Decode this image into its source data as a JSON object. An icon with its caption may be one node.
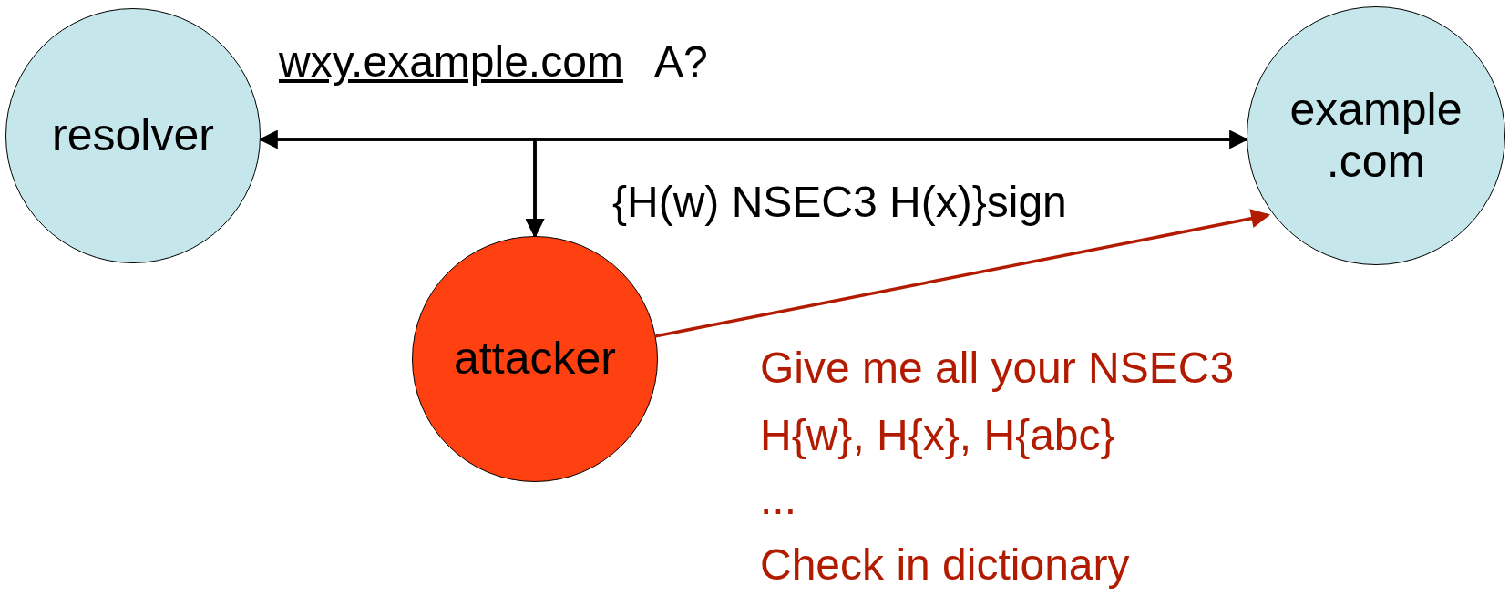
{
  "diagram": {
    "nodes": [
      {
        "text": [
          "resolver"
        ]
      },
      {
        "text": [
          "example .com"
        ]
      },
      {
        "text": [
          "attacker"
        ]
      }
    ],
    "edges": [
      {
        "from": 0,
        "to": 1,
        "arrow": "both"
      },
      {
        "from": 0,
        "to": 2,
        "arrow": "to"
      },
      {
        "from": 1,
        "to": 2,
        "arrow": "to"
      },
      {
        "from": 2,
        "to": 1,
        "arrow": "to",
        "color": "#b31b00"
      }
    ],
    "labels": [
      "wxy.example.com",
      "A?",
      "{H(w) NSEC3 H(x)}sign",
      "Give me all your NSEC3",
      "H{w}, H{x}, H{abc}",
      "...",
      "Check in dictionary"
    ]
  }
}
